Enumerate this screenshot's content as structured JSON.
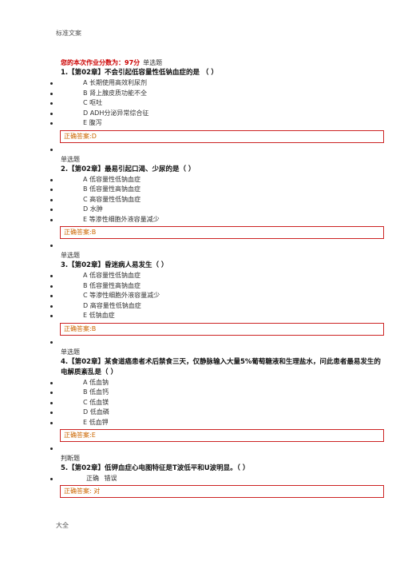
{
  "header": "标准文案",
  "footer": "大全",
  "score_text": "您的本次作业分数为：97分",
  "q1": {
    "type": "单选题",
    "title": "1.【第02章】不会引起低容量性低钠血症的是 （ ）",
    "options": [
      "A 长期使用高效利尿剂",
      "B 肾上腺皮质功能不全",
      "C 呕吐",
      "D ADH分泌异常综合征",
      "E 腹泻"
    ],
    "answer": "正确答案:D"
  },
  "q2": {
    "type": "单选题",
    "title": "2.【第02章】最易引起口渴、少尿的是（ ）",
    "options": [
      "A 低容量性低钠血症",
      "B 低容量性高钠血症",
      "C 高容量性低钠血症",
      "D 水肿",
      "E 等渗性细胞外液容量减少"
    ],
    "answer": "正确答案:B"
  },
  "q3": {
    "type": "单选题",
    "title": "3.【第02章】昏迷病人易发生（ ）",
    "options": [
      "A 低容量性低钠血症",
      "B 低容量性高钠血症",
      "C 等渗性细胞外液容量减少",
      "D 高容量性低钠血症",
      "E 低钠血症"
    ],
    "answer": "正确答案:B"
  },
  "q4": {
    "type": "单选题",
    "title": "4.【第02章】某食道癌患者术后禁食三天，仅静脉输入大量5%葡萄糖液和生理盐水，问此患者最易发生的电解质紊乱是（ ）",
    "options": [
      "A 低血钠",
      "B 低血钙",
      "C 低血镁",
      "D 低血磷",
      "E 低血钾"
    ],
    "answer": "正确答案:E"
  },
  "q5": {
    "type": "判断题",
    "title": "5.【第02章】低钾血症心电图特征是T波低平和U波明显。（ ）",
    "true_label": "正确",
    "false_label": "错误",
    "answer": "正确答案: 对"
  }
}
